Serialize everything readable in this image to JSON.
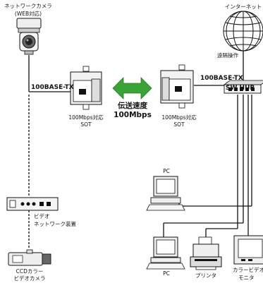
{
  "labels": {
    "network_camera": "ネットワークカメラ",
    "network_camera_web": "(WEB対応)",
    "internet": "インターネット",
    "remote_operation": "遠隔操作",
    "link_left": "100BASE-TX",
    "link_right": "100BASE-TX",
    "sw_hub": "SW HUB",
    "sot_left_line1": "100Mbps対応",
    "sot_left_line2": "SOT",
    "sot_right_line1": "100Mbps対応",
    "sot_right_line2": "SOT",
    "transfer_speed": "伝送速度",
    "transfer_value": "100Mbps",
    "pc_upper": "PC",
    "pc_lower": "PC",
    "video_network_device_line1": "ビデオ",
    "video_network_device_line2": "ネットワーク装置",
    "ccd_camera_line1": "CCDカラー",
    "ccd_camera_line2": "ビデオカメラ",
    "printer": "プリンタ",
    "color_video_monitor_line1": "カラービデオ",
    "color_video_monitor_line2": "モニタ"
  },
  "colors": {
    "arrow": "#3aa336",
    "line": "#111111"
  },
  "icons": {
    "camera": "network-camera-icon",
    "globe": "internet-globe-icon",
    "sot": "sot-converter-icon",
    "hub": "switching-hub-icon",
    "pc": "pc-icon",
    "printer": "printer-icon",
    "monitor": "video-monitor-icon",
    "encoder": "video-network-device-icon",
    "ccd": "ccd-camera-icon"
  }
}
